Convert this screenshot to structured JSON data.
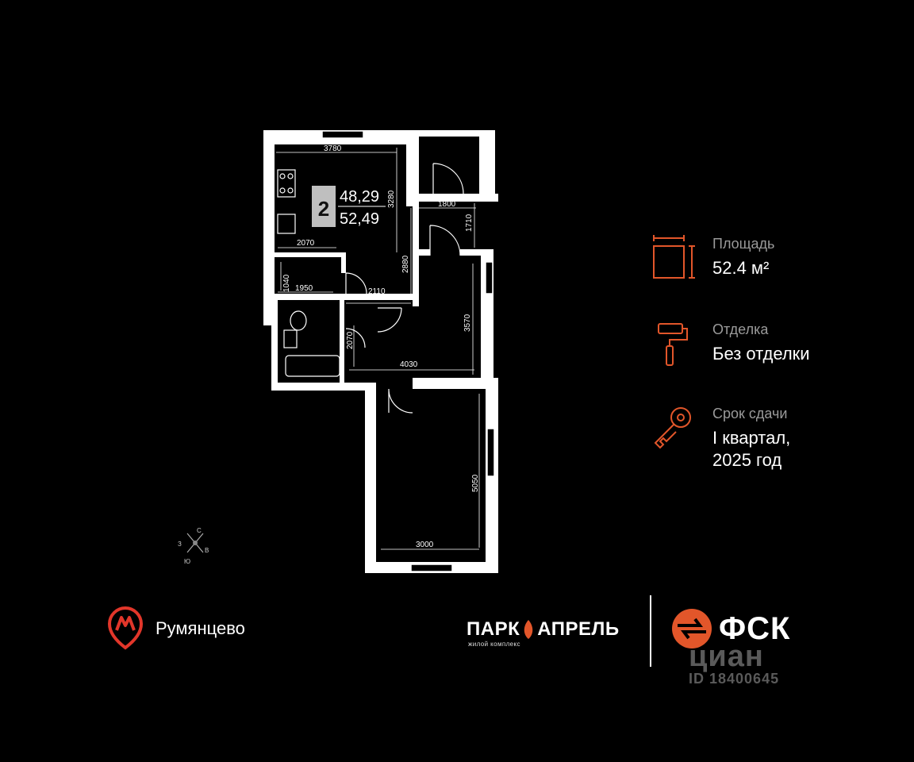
{
  "plan": {
    "room_count": "2",
    "living_area": "48,29",
    "total_area": "52,49",
    "dimensions": {
      "kitchen_width": "3780",
      "kitchen_depth": "3280",
      "loggia_width": "1800",
      "loggia_depth": "1710",
      "corridor_width": "2070",
      "corridor_depth": "2880",
      "storage_depth": "1040",
      "storage_width": "1950",
      "hall_width": "2110",
      "room_depth": "3570",
      "bath_depth": "2070",
      "room_width": "4030",
      "bedroom_depth": "5050",
      "bedroom_width": "3000"
    },
    "compass": {
      "north": "С",
      "west": "З",
      "east": "В",
      "south": "Ю"
    }
  },
  "info": {
    "area": {
      "label": "Площадь",
      "value": "52.4 м²",
      "icon": "area-icon"
    },
    "finish": {
      "label": "Отделка",
      "value": "Без отделки",
      "icon": "paint-roller-icon"
    },
    "delivery": {
      "label": "Срок сдачи",
      "value_line1": "I квартал,",
      "value_line2": "2025 год",
      "icon": "key-icon"
    }
  },
  "metro": {
    "name": "Румянцево",
    "icon": "metro-pin-icon"
  },
  "brand": {
    "park_left": "ПАРК",
    "park_right": "АПРЕЛЬ",
    "park_subtitle": "жилой комплекс",
    "developer": "ФСК"
  },
  "watermark": {
    "brand": "циан",
    "id": "ID 18400645"
  },
  "colors": {
    "accent": "#e2562a",
    "background": "#000000",
    "wall": "#ffffff",
    "label_gray": "#9a9a9a"
  }
}
